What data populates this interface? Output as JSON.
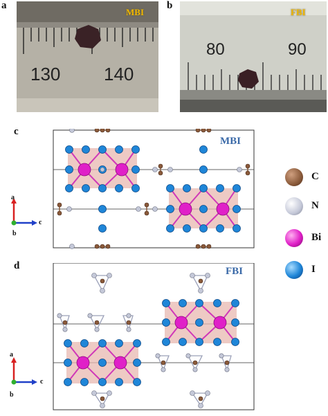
{
  "panels": {
    "a": {
      "letter": "a",
      "tag": "MBI",
      "ruler_numbers": [
        "130",
        "140"
      ]
    },
    "b": {
      "letter": "b",
      "tag": "FBI",
      "ruler_numbers": [
        "80",
        "90"
      ]
    },
    "c": {
      "letter": "c",
      "tag": "MBI",
      "axes": {
        "a": "a",
        "b": "b",
        "c": "c"
      }
    },
    "d": {
      "letter": "d",
      "tag": "FBI",
      "axes": {
        "a": "a",
        "b": "b",
        "c": "c"
      }
    }
  },
  "legend": [
    {
      "element": "C",
      "color": "#8a5a3a"
    },
    {
      "element": "N",
      "color": "#c4c8d8"
    },
    {
      "element": "Bi",
      "color": "#e020c8"
    },
    {
      "element": "I",
      "color": "#1f86d8"
    }
  ],
  "colors": {
    "tag_yellow": "#f2b700",
    "tag_blue": "#3b6aa8",
    "octahedron_fill": "#e8b8b0"
  }
}
